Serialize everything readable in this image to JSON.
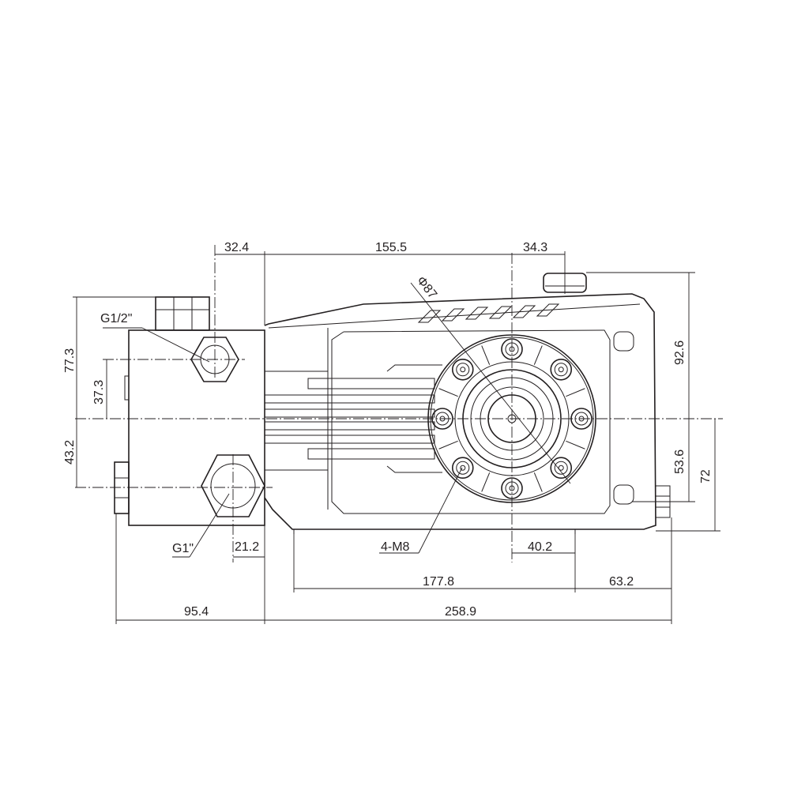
{
  "drawing": {
    "dimensions": {
      "top_left": "32.4",
      "top_middle": "155.5",
      "top_right": "34.3",
      "right_total_height": "92.6",
      "right_lower": "53.6",
      "right_outer": "72",
      "left_upper": "77.3",
      "left_port": "37.3",
      "left_lower": "43.2",
      "bottom_port_offset": "21.2",
      "bottom_flange_offset": "40.2",
      "bottom_mount_span": "177.8",
      "bottom_mount_right": "63.2",
      "bottom_head_length": "95.4",
      "bottom_total_length": "258.9"
    },
    "callouts": {
      "outlet_port": "G1/2\"",
      "inlet_port": "G1\"",
      "mount_holes": "4-M8",
      "flange_diameter": "Φ87"
    }
  }
}
